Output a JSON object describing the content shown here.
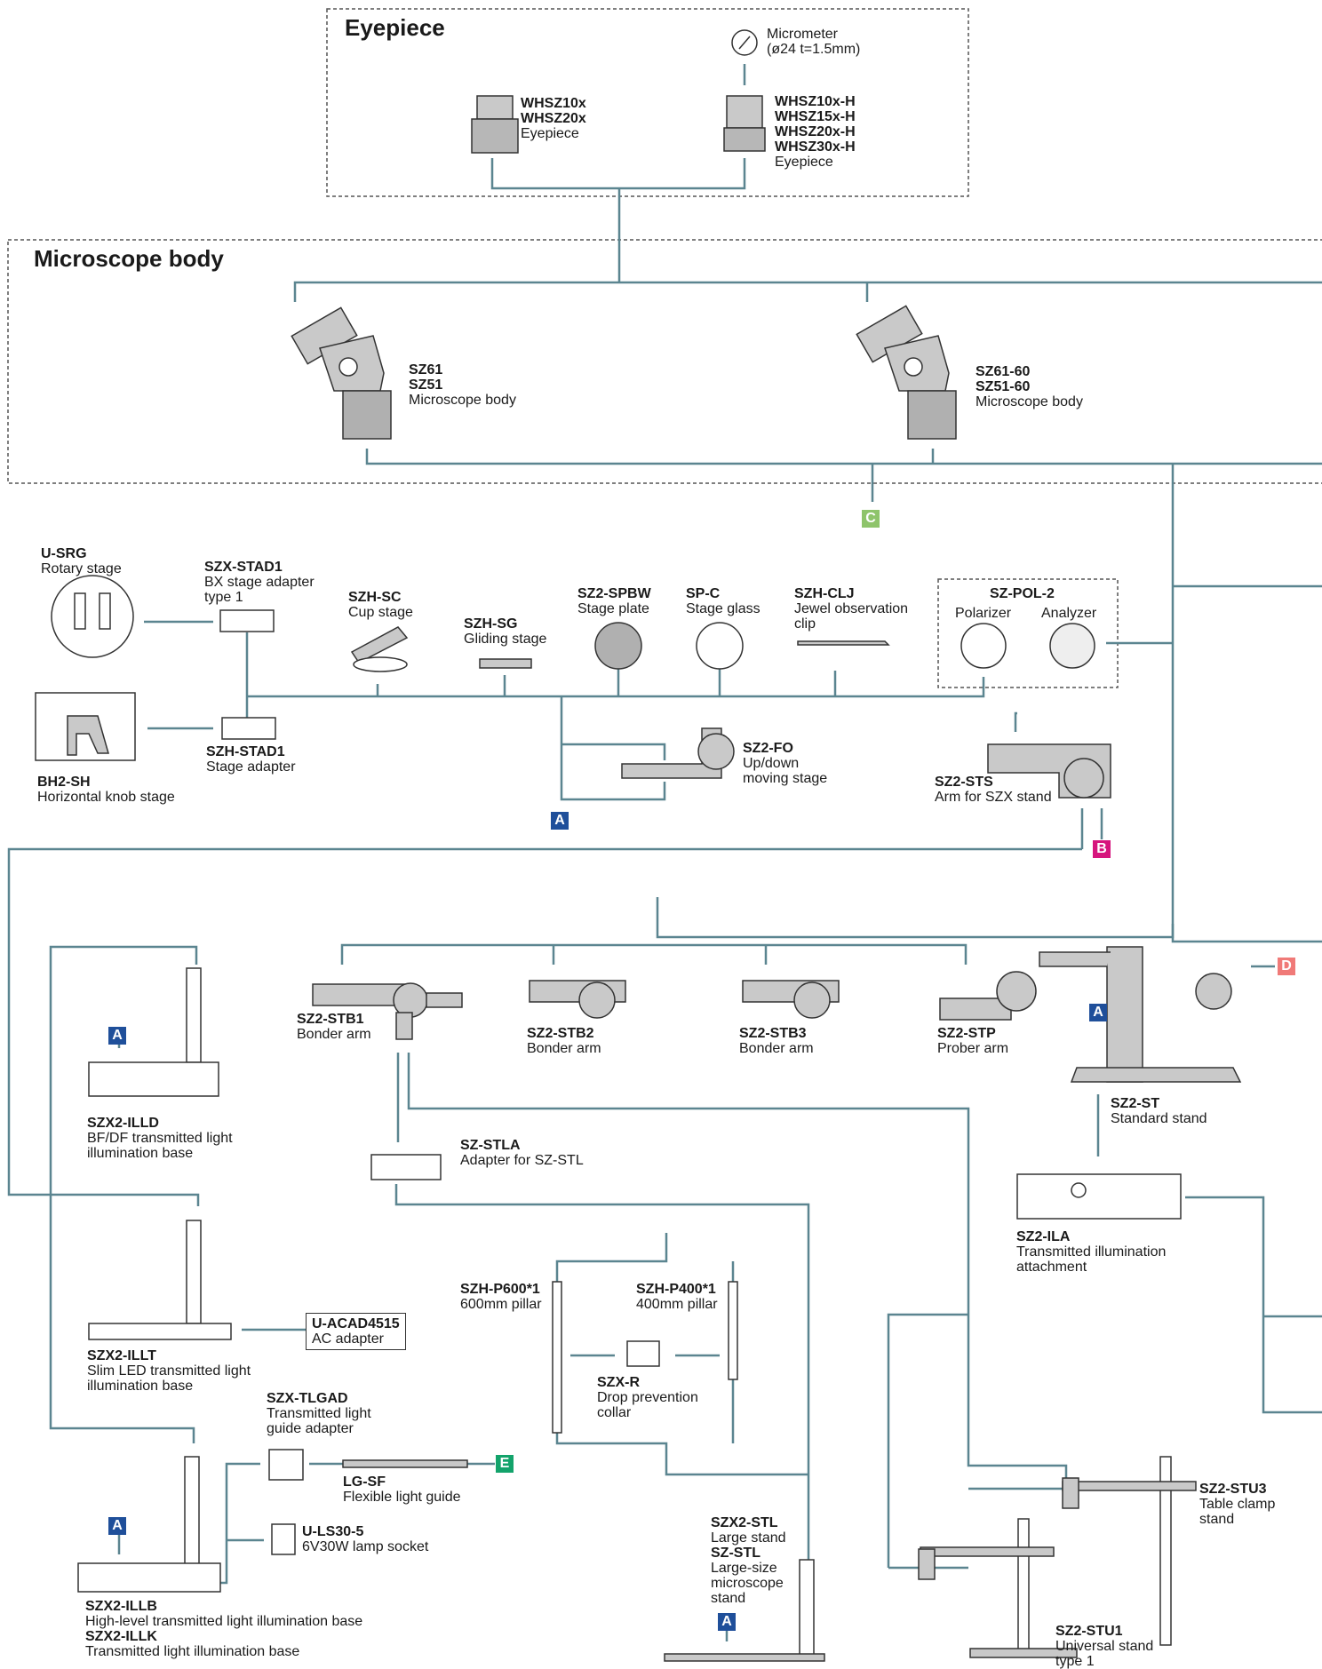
{
  "colors": {
    "line": "#5b8590",
    "dash": "#555555",
    "badge_a": "#1f4f9a",
    "badge_b": "#d6157d",
    "badge_c": "#8ec46b",
    "badge_d": "#f07a78",
    "badge_e": "#13a36b",
    "device_fill": "#c9c9c9",
    "device_stroke": "#333333"
  },
  "sections": {
    "eyepiece_title": "Eyepiece",
    "body_title": "Microscope body"
  },
  "eyepiece": {
    "micrometer": {
      "code": "Micrometer",
      "desc": "(ø24  t=1.5mm)"
    },
    "whsz": {
      "codes": [
        "WHSZ10x",
        "WHSZ20x"
      ],
      "desc": "Eyepiece"
    },
    "whsz_h": {
      "codes": [
        "WHSZ10x-H",
        "WHSZ15x-H",
        "WHSZ20x-H",
        "WHSZ30x-H"
      ],
      "desc": "Eyepiece"
    }
  },
  "body": {
    "sz61": {
      "codes": [
        "SZ61",
        "SZ51"
      ],
      "desc": "Microscope body"
    },
    "sz61_60": {
      "codes": [
        "SZ61-60",
        "SZ51-60"
      ],
      "desc": "Microscope body"
    }
  },
  "stages": {
    "usrg": {
      "code": "U-SRG",
      "desc": "Rotary stage"
    },
    "szxstad1": {
      "code": "SZX-STAD1",
      "desc": [
        "BX stage adapter",
        "type 1"
      ]
    },
    "szhsc": {
      "code": "SZH-SC",
      "desc": "Cup stage"
    },
    "szhsg": {
      "code": "SZH-SG",
      "desc": "Gliding stage"
    },
    "sz2spbw": {
      "code": "SZ2-SPBW",
      "desc": "Stage plate"
    },
    "spc": {
      "code": "SP-C",
      "desc": "Stage glass"
    },
    "szhclj": {
      "code": "SZH-CLJ",
      "desc": [
        "Jewel observation",
        "clip"
      ]
    },
    "szpol2": {
      "code": "SZ-POL-2",
      "polarizer": "Polarizer",
      "analyzer": "Analyzer"
    },
    "bh2sh": {
      "code": "BH2-SH",
      "desc": "Horizontal knob stage"
    },
    "szhstad1": {
      "code": "SZH-STAD1",
      "desc": "Stage adapter"
    },
    "sz2fo": {
      "code": "SZ2-FO",
      "desc": [
        "Up/down",
        "moving stage"
      ]
    },
    "sz2sts": {
      "code": "SZ2-STS",
      "desc": "Arm for SZX stand"
    }
  },
  "arms": {
    "stb1": {
      "code": "SZ2-STB1",
      "desc": "Bonder arm"
    },
    "stb2": {
      "code": "SZ2-STB2",
      "desc": "Bonder arm"
    },
    "stb3": {
      "code": "SZ2-STB3",
      "desc": "Bonder arm"
    },
    "stp": {
      "code": "SZ2-STP",
      "desc": "Prober arm"
    },
    "st": {
      "code": "SZ2-ST",
      "desc": "Standard stand"
    },
    "ila": {
      "code": "SZ2-ILA",
      "desc": [
        "Transmitted illumination",
        "attachment"
      ]
    },
    "stla": {
      "code": "SZ-STLA",
      "desc": "Adapter for SZ-STL"
    }
  },
  "bases": {
    "illd": {
      "code": "SZX2-ILLD",
      "desc": [
        "BF/DF transmitted light",
        "illumination base"
      ]
    },
    "illt": {
      "code": "SZX2-ILLT",
      "desc": [
        "Slim LED transmitted light",
        "illumination base"
      ]
    },
    "acad": {
      "code": "U-ACAD4515",
      "desc": "AC adapter"
    },
    "tlgad": {
      "code": "SZX-TLGAD",
      "desc": [
        "Transmitted light",
        "guide adapter"
      ]
    },
    "lgsf": {
      "code": "LG-SF",
      "desc": "Flexible light guide"
    },
    "uls30": {
      "code": "U-LS30-5",
      "desc": "6V30W lamp socket"
    },
    "illb": {
      "code": "SZX2-ILLB",
      "desc": "High-level transmitted light illumination base"
    },
    "illk": {
      "code": "SZX2-ILLK",
      "desc": "Transmitted light illumination base"
    }
  },
  "pillars": {
    "p600": {
      "code": "SZH-P600*1",
      "desc": "600mm pillar"
    },
    "p400": {
      "code": "SZH-P400*1",
      "desc": "400mm pillar"
    },
    "szxr": {
      "code": "SZX-R",
      "desc": [
        "Drop prevention",
        "collar"
      ]
    },
    "stl": {
      "code1": "SZX2-STL",
      "desc1": "Large stand",
      "code2": "SZ-STL",
      "desc2": [
        "Large-size",
        "microscope",
        "stand"
      ]
    },
    "stu3": {
      "code": "SZ2-STU3",
      "desc": [
        "Table clamp",
        "stand"
      ]
    },
    "stu1": {
      "code": "SZ2-STU1",
      "desc": [
        "Universal stand",
        "type 1"
      ]
    }
  },
  "badges": {
    "a": "A",
    "b": "B",
    "c": "C",
    "d": "D",
    "e": "E"
  }
}
